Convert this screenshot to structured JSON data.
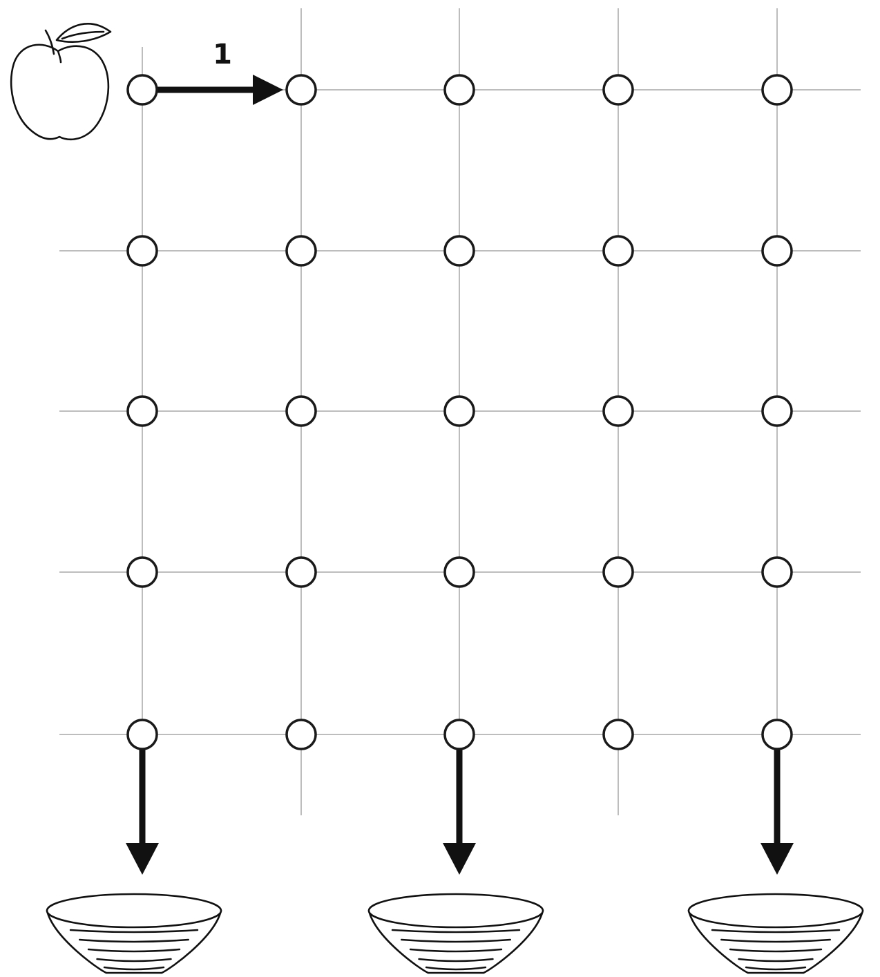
{
  "diagram": {
    "grid": {
      "columns": 5,
      "rows": 5
    },
    "start": {
      "icon": "apple-icon",
      "node": [
        0,
        0
      ]
    },
    "first_move": {
      "label": "1",
      "from": [
        0,
        0
      ],
      "to": [
        1,
        0
      ]
    },
    "exits": [
      {
        "column": 0,
        "target": "bowl-icon"
      },
      {
        "column": 2,
        "target": "bowl-icon"
      },
      {
        "column": 4,
        "target": "bowl-icon"
      }
    ]
  }
}
